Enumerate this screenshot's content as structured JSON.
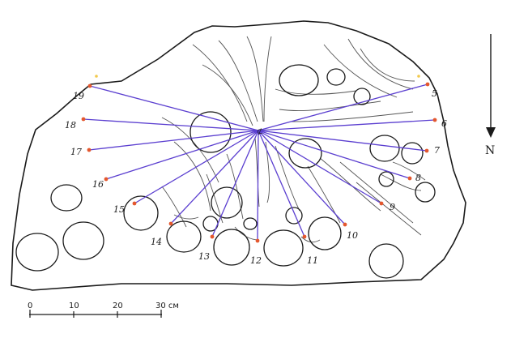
{
  "figure": {
    "north_label": "N",
    "scale_labels": [
      "0",
      "10",
      "20",
      "30 см"
    ],
    "center_point_id": "center",
    "points": [
      {
        "id": "5",
        "label": "5"
      },
      {
        "id": "6",
        "label": "6"
      },
      {
        "id": "7",
        "label": "7"
      },
      {
        "id": "8",
        "label": "8"
      },
      {
        "id": "9",
        "label": "9"
      },
      {
        "id": "10",
        "label": "10"
      },
      {
        "id": "11",
        "label": "11"
      },
      {
        "id": "12",
        "label": "12"
      },
      {
        "id": "13",
        "label": "13"
      },
      {
        "id": "14",
        "label": "14"
      },
      {
        "id": "15",
        "label": "15"
      },
      {
        "id": "16",
        "label": "16"
      },
      {
        "id": "17",
        "label": "17"
      },
      {
        "id": "18",
        "label": "18"
      },
      {
        "id": "19",
        "label": "19"
      }
    ],
    "colors": {
      "ray": "#5b3fd0",
      "point": "#e4572e",
      "marker_yellow": "#f2c94c",
      "outline": "#1a1a1a",
      "engraving": "#555555"
    }
  }
}
